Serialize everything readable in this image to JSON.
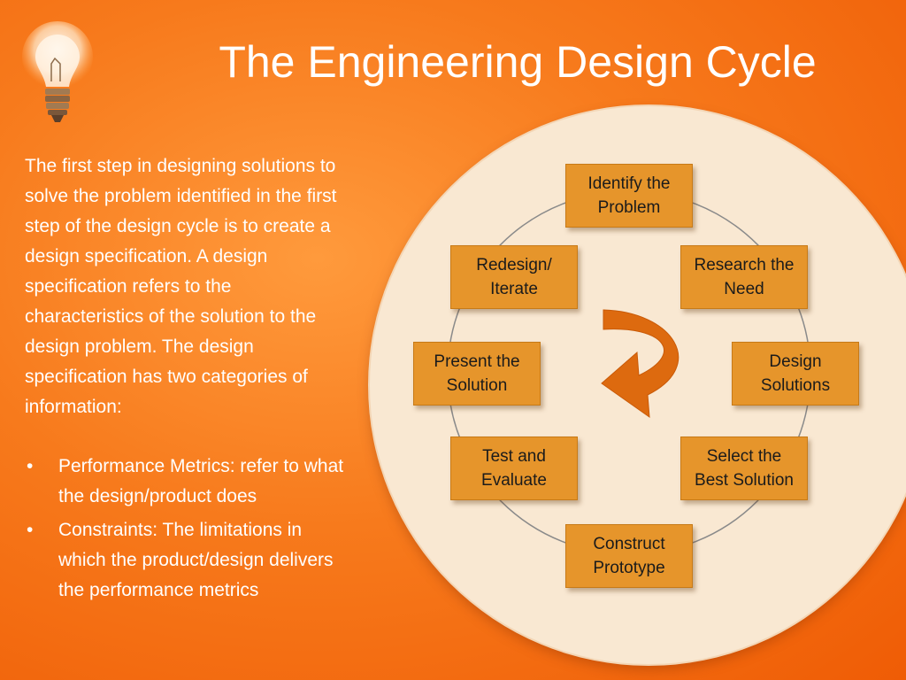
{
  "slide": {
    "title": "The Engineering Design Cycle",
    "intro": "The first step in designing solutions to solve the problem identified in the first step of the design cycle is to create a design specification.  A design specification refers to the characteristics of the solution to the design problem.   The design specification has two categories of information:",
    "bullets": [
      {
        "marker": "•",
        "text": "Performance Metrics:   refer to what the design/product does"
      },
      {
        "marker": "•",
        "text": "Constraints:   The limitations in which the product/design delivers the performance metrics"
      }
    ]
  },
  "cycle": {
    "steps": [
      "Identify the\nProblem",
      "Research the\nNeed",
      "Design\nSolutions",
      "Select the\nBest Solution",
      "Construct\nPrototype",
      "Test and\nEvaluate",
      "Present the\nSolution",
      "Redesign/\nIterate"
    ],
    "colors": {
      "box": "#e6952b",
      "arrow": "#dd6a0f",
      "circle": "#f9e8d2",
      "ring_line": "#8a8a8a"
    }
  }
}
